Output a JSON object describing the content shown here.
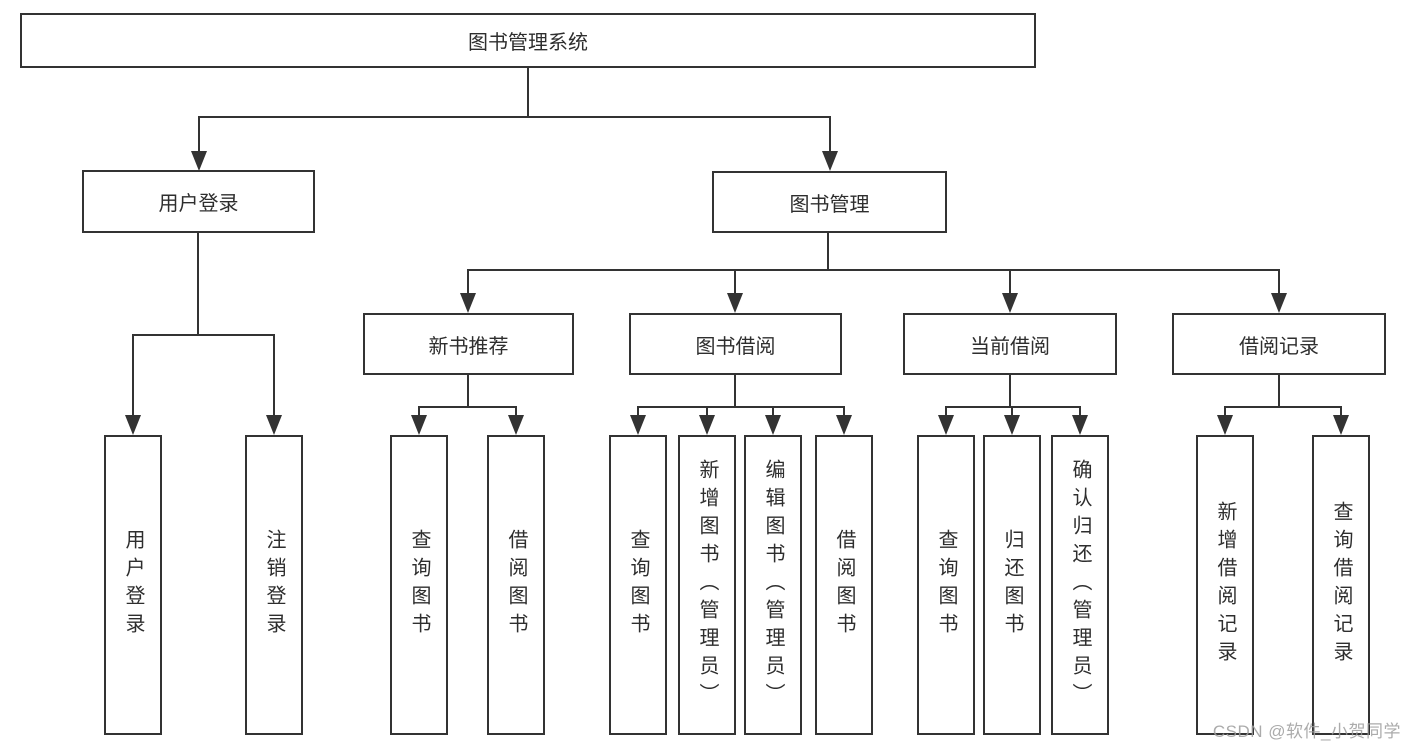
{
  "diagram": {
    "title_node": {
      "label": "图书管理系统"
    },
    "level2": [
      {
        "label": "用户登录"
      },
      {
        "label": "图书管理"
      }
    ],
    "level3": [
      {
        "label": "新书推荐",
        "parent": "图书管理"
      },
      {
        "label": "图书借阅",
        "parent": "图书管理"
      },
      {
        "label": "当前借阅",
        "parent": "图书管理"
      },
      {
        "label": "借阅记录",
        "parent": "图书管理"
      }
    ],
    "leaves": [
      {
        "label": "用户登录",
        "parent": "用户登录"
      },
      {
        "label": "注销登录",
        "parent": "用户登录"
      },
      {
        "label": "查询图书",
        "parent": "新书推荐"
      },
      {
        "label": "借阅图书",
        "parent": "新书推荐"
      },
      {
        "label": "查询图书",
        "parent": "图书借阅"
      },
      {
        "label": "新增图书（管理员）",
        "parent": "图书借阅"
      },
      {
        "label": "编辑图书（管理员）",
        "parent": "图书借阅"
      },
      {
        "label": "借阅图书",
        "parent": "图书借阅"
      },
      {
        "label": "查询图书",
        "parent": "当前借阅"
      },
      {
        "label": "归还图书",
        "parent": "当前借阅"
      },
      {
        "label": "确认归还（管理员）",
        "parent": "当前借阅"
      },
      {
        "label": "新增借阅记录",
        "parent": "借阅记录"
      },
      {
        "label": "查询借阅记录",
        "parent": "借阅记录"
      }
    ],
    "watermark": "CSDN @软件_小贺同学"
  },
  "colors": {
    "line": "#333333",
    "box_border": "#333333",
    "text": "#2e2e2e",
    "watermark": "#9d9d9d",
    "background": "#ffffff"
  }
}
